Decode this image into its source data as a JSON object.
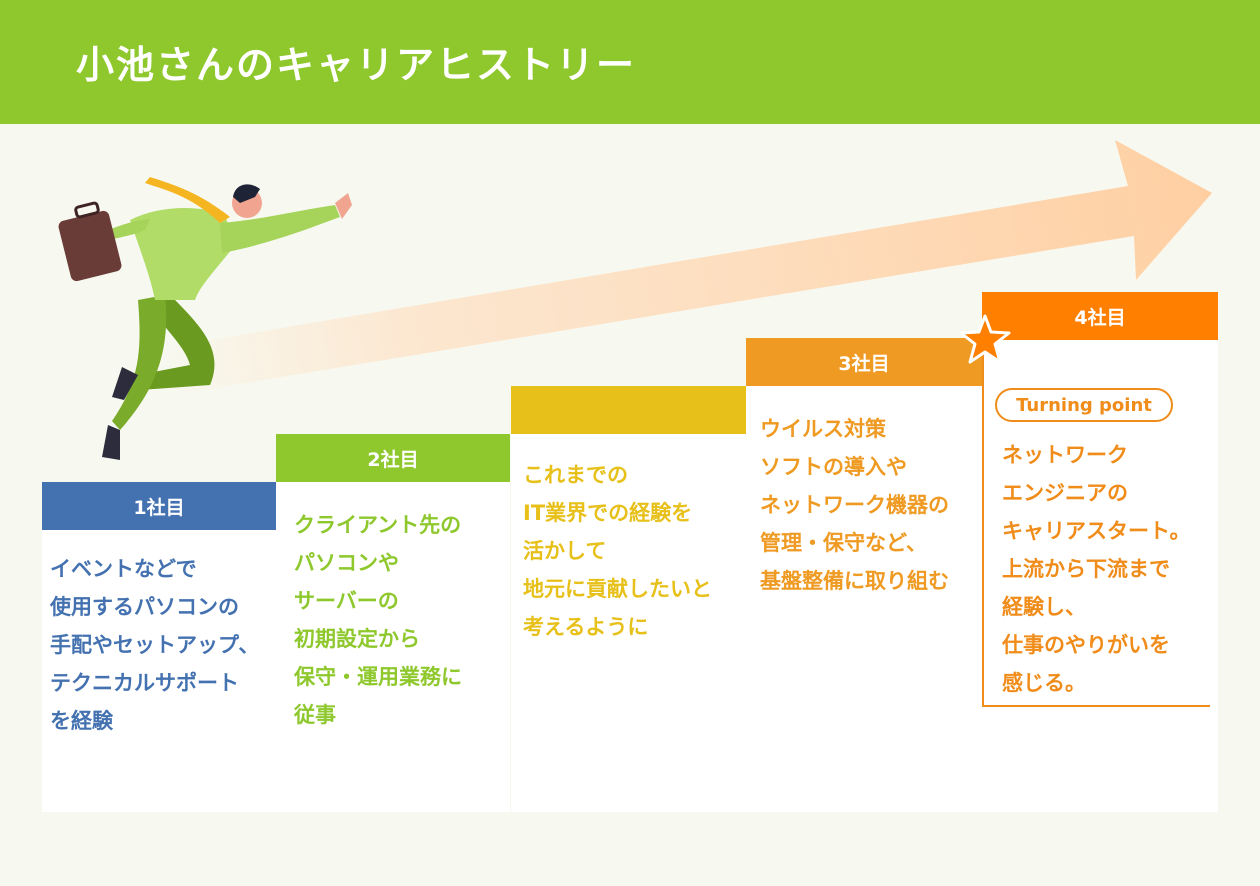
{
  "title": "小池さんのキャリアヒストリー",
  "colors": {
    "header": "#8ec82d",
    "step1": "#4472b0",
    "step2": "#8ec82d",
    "step3": "#e7c01a",
    "step4": "#ef9a22",
    "step5": "#ff7f00",
    "arrow": "#ffd2a8"
  },
  "steps": [
    {
      "label": "1社目",
      "text": "イベントなどで\n使用するパソコンの\n手配やセットアップ、\nテクニカルサポート\nを経験"
    },
    {
      "label": "2社目",
      "text": "クライアント先の\nパソコンや\nサーバーの\n初期設定から\n保守・運用業務に\n従事"
    },
    {
      "label": "",
      "text": "これまでの\nIT業界での経験を\n活かして\n地元に貢献したいと\n考えるように"
    },
    {
      "label": "3社目",
      "text": "ウイルス対策\nソフトの導入や\nネットワーク機器の\n管理・保守など、\n基盤整備に取り組む"
    },
    {
      "label": "4社目",
      "badge": "Turning point",
      "text": "ネットワーク\nエンジニアの\nキャリアスタート。\n上流から下流まで\n経験し、\n仕事のやりがいを\n感じる。"
    }
  ],
  "icons": {
    "arrow": "growth-arrow",
    "figure": "running-businessman-illustration",
    "star": "star-icon"
  }
}
